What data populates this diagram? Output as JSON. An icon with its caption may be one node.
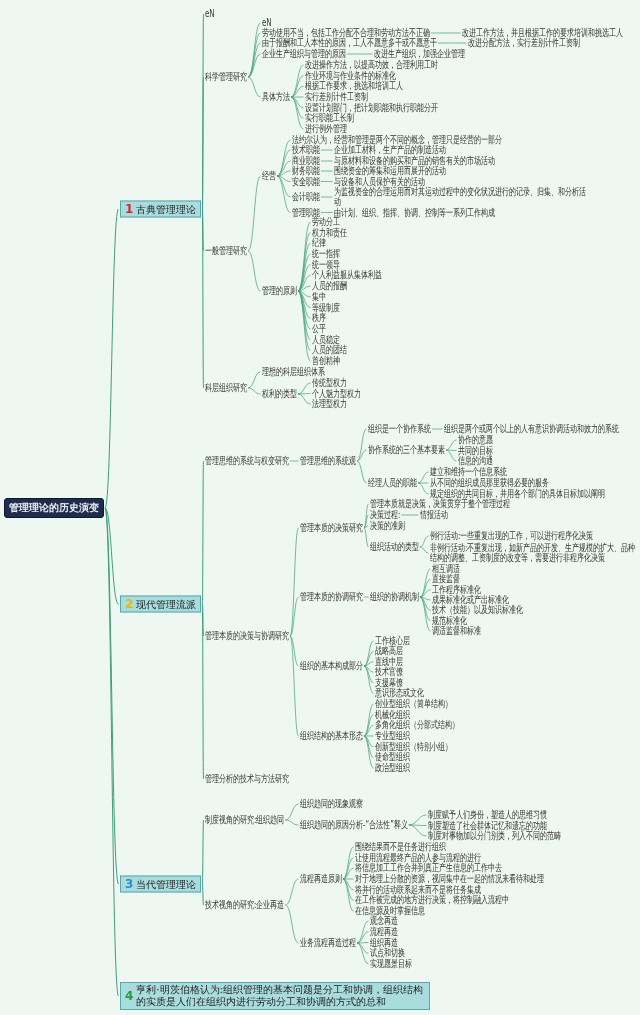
{
  "diagram": {
    "nodes": [
      {
        "text": [
          "管理理论的历史演变"
        ]
      },
      {
        "text": [
          "1",
          "古典管理理论"
        ]
      },
      {
        "text": [
          "eN"
        ]
      },
      {
        "text": [
          "科学管理研究"
        ]
      },
      {
        "text": [
          "eN"
        ]
      },
      {
        "text": [
          "劳动使用不当，包括工作分配不合理和劳动方法不正确"
        ]
      },
      {
        "text": [
          "改进工作方法，并且根据工作的要求培训和挑选工人"
        ]
      },
      {
        "text": [
          "由于报酬和工人本性的原因，工人不愿意多干或不愿意干"
        ]
      },
      {
        "text": [
          "改进分配方法，实行差别计件工资制"
        ]
      },
      {
        "text": [
          "企业生产组织与管理的原因"
        ]
      },
      {
        "text": [
          "改进生产组织，加强企业管理"
        ]
      },
      {
        "text": [
          "具体方法"
        ]
      },
      {
        "text": [
          "改进操作方法，以提高功效，合理利用工时"
        ]
      },
      {
        "text": [
          "作业环境与作业条件的标准化"
        ]
      },
      {
        "text": [
          "根据工作要求，挑选和培训工人"
        ]
      },
      {
        "text": [
          "实行差别计件工资制"
        ]
      },
      {
        "text": [
          "设置计划部门，把计划职能和执行职能分开"
        ]
      },
      {
        "text": [
          "实行职能工长制"
        ]
      },
      {
        "text": [
          "进行例外管理"
        ]
      },
      {
        "text": [
          "一般管理研究"
        ]
      },
      {
        "text": [
          "经营"
        ]
      },
      {
        "text": [
          "法约尔认为，经营和管理是两个不同的概念，管理只是经营的一部分"
        ]
      },
      {
        "text": [
          "技术职能"
        ]
      },
      {
        "text": [
          "企业加工材料，生产产品的制造活动"
        ]
      },
      {
        "text": [
          "商业职能"
        ]
      },
      {
        "text": [
          "与原材料和设备的购买和产品的销售有关的市场活动"
        ]
      },
      {
        "text": [
          "财务职能"
        ]
      },
      {
        "text": [
          "围绕资金的筹集和运用而展开的活动"
        ]
      },
      {
        "text": [
          "安全职能"
        ]
      },
      {
        "text": [
          "与设备和人员保护有关的活动"
        ]
      },
      {
        "text": [
          "会计职能"
        ]
      },
      {
        "text": [
          "为监视资金的合理运用而对其运动过程中的变化状况进行的记录、归集、和分析活动"
        ]
      },
      {
        "text": [
          "管理职能"
        ]
      },
      {
        "text": [
          "由计划、组织、指挥、协调、控制等一系列工作构成"
        ]
      },
      {
        "text": [
          "管理的原则"
        ]
      },
      {
        "text": [
          "劳动分工"
        ]
      },
      {
        "text": [
          "权力和责任"
        ]
      },
      {
        "text": [
          "纪律"
        ]
      },
      {
        "text": [
          "统一指挥"
        ]
      },
      {
        "text": [
          "统一领导"
        ]
      },
      {
        "text": [
          "个人利益服从集体利益"
        ]
      },
      {
        "text": [
          "人员的报酬"
        ]
      },
      {
        "text": [
          "集中"
        ]
      },
      {
        "text": [
          "等级制度"
        ]
      },
      {
        "text": [
          "秩序"
        ]
      },
      {
        "text": [
          "公平"
        ]
      },
      {
        "text": [
          "人员稳定"
        ]
      },
      {
        "text": [
          "人员的团结"
        ]
      },
      {
        "text": [
          "首创精神"
        ]
      },
      {
        "text": [
          "科层组织研究"
        ]
      },
      {
        "text": [
          "理想的科层组织体系"
        ]
      },
      {
        "text": [
          "权利的类型"
        ]
      },
      {
        "text": [
          "传统型权力"
        ]
      },
      {
        "text": [
          "个人魅力型权力"
        ]
      },
      {
        "text": [
          "法理型权力"
        ]
      },
      {
        "text": [
          "2",
          "现代管理流派"
        ]
      },
      {
        "text": [
          "管理思维的系统与权变研究"
        ]
      },
      {
        "text": [
          "管理思维的系统观"
        ]
      },
      {
        "text": [
          "组织是一个协作系统"
        ]
      },
      {
        "text": [
          "组织是两个或两个以上的人有意识协调活动和效力的系统"
        ]
      },
      {
        "text": [
          "协作系统的三个基本要素"
        ]
      },
      {
        "text": [
          "协作的意愿"
        ]
      },
      {
        "text": [
          "共同的目标"
        ]
      },
      {
        "text": [
          "信息的沟通"
        ]
      },
      {
        "text": [
          "经理人员的职能"
        ]
      },
      {
        "text": [
          "建立和维持一个信息系统"
        ]
      },
      {
        "text": [
          "从不同的组织成员那里获得必要的服务"
        ]
      },
      {
        "text": [
          "规定组织的共同目标，并用各个部门的具体目标加以阐明"
        ]
      },
      {
        "text": [
          "管理本质的决策与协调研究"
        ]
      },
      {
        "text": [
          "管理本质的决策研究"
        ]
      },
      {
        "text": [
          "管理本质就是决策，决策贯穿于整个管理过程"
        ]
      },
      {
        "text": [
          "决策过程:"
        ]
      },
      {
        "text": [
          "情报活动"
        ]
      },
      {
        "text": [
          "决策的准则"
        ]
      },
      {
        "text": [
          "组织活动的类型"
        ]
      },
      {
        "text": [
          "例行活动:一些重复出现的工作，可以进行程序化决策"
        ]
      },
      {
        "text": [
          "非例行活动:不重复出现，如新产品的开发、生产规模的扩大、品种结构的调整、工资制度的改变等，需要进行非程序化决策"
        ]
      },
      {
        "text": [
          "管理本质的协调研究"
        ]
      },
      {
        "text": [
          "组织的协调机制"
        ]
      },
      {
        "text": [
          "相互调适"
        ]
      },
      {
        "text": [
          "直接监督"
        ]
      },
      {
        "text": [
          "工作程序标准化"
        ]
      },
      {
        "text": [
          "成果标准化或产出标准化"
        ]
      },
      {
        "text": [
          "技术（技能）以及知识标准化"
        ]
      },
      {
        "text": [
          "规范标准化"
        ]
      },
      {
        "text": [
          "调适监督和标准"
        ]
      },
      {
        "text": [
          "组织的基本构成部分"
        ]
      },
      {
        "text": [
          "工作核心层"
        ]
      },
      {
        "text": [
          "战略高层"
        ]
      },
      {
        "text": [
          "直线中层"
        ]
      },
      {
        "text": [
          "技术官僚"
        ]
      },
      {
        "text": [
          "支援幕僚"
        ]
      },
      {
        "text": [
          "意识形态或文化"
        ]
      },
      {
        "text": [
          "组织结构的基本形态"
        ]
      },
      {
        "text": [
          "创业型组织（简单结构）"
        ]
      },
      {
        "text": [
          "机械化组织"
        ]
      },
      {
        "text": [
          "多角化组织（分部式结构）"
        ]
      },
      {
        "text": [
          "专业型组织"
        ]
      },
      {
        "text": [
          "创新型组织（特别小组）"
        ]
      },
      {
        "text": [
          "使命型组织"
        ]
      },
      {
        "text": [
          "政治型组织"
        ]
      },
      {
        "text": [
          "管理分析的技术与方法研究"
        ]
      },
      {
        "text": [
          "3",
          "当代管理理论"
        ]
      },
      {
        "text": [
          "制度视角的研究:组织趋同"
        ]
      },
      {
        "text": [
          "组织趋同的现象观察"
        ]
      },
      {
        "text": [
          "组织趋同的原因分析-“合法性”释义"
        ]
      },
      {
        "text": [
          "制度赋予人们身份，塑造人的思维习惯"
        ]
      },
      {
        "text": [
          "制度塑造了社会群体记忆和遗忘的功能"
        ]
      },
      {
        "text": [
          "制度对事物加以分门别类，列入不同的范畴"
        ]
      },
      {
        "text": [
          "技术视角的研究:企业再造"
        ]
      },
      {
        "text": [
          "流程再造原则"
        ]
      },
      {
        "text": [
          "围绕结果而不是任务进行组织"
        ]
      },
      {
        "text": [
          "让使用流程最终产品的人参与流程的进行"
        ]
      },
      {
        "text": [
          "将信息加工工作合并到真正产生信息的工作中去"
        ]
      },
      {
        "text": [
          "对于地理上分散的资源，视同集中在一起的情况来看待和处理"
        ]
      },
      {
        "text": [
          "将并行的活动联系起来而不是将任务集成"
        ]
      },
      {
        "text": [
          "在工作被完成的地方进行决策，将控制融入流程中"
        ]
      },
      {
        "text": [
          "在信息源及时掌握信息"
        ]
      },
      {
        "text": [
          "业务流程再造过程"
        ]
      },
      {
        "text": [
          "观念再造"
        ]
      },
      {
        "text": [
          "流程再造"
        ]
      },
      {
        "text": [
          "组织再造"
        ]
      },
      {
        "text": [
          "试点和切换"
        ]
      },
      {
        "text": [
          "实现愿景目标"
        ]
      },
      {
        "text": [
          "4",
          "亨利·明茨伯格认为:组织管理的基本问题是分工和协调，组织结构的实质是人们在组织内进行劳动分工和协调的方式的总和"
        ]
      }
    ],
    "edges": [
      {
        "from": 0,
        "to": 1,
        "arrow": "none"
      },
      {
        "from": 0,
        "to": 55,
        "arrow": "none"
      },
      {
        "from": 0,
        "to": 102,
        "arrow": "none"
      },
      {
        "from": 0,
        "to": 124,
        "arrow": "none"
      },
      {
        "from": 1,
        "to": 2,
        "arrow": "none"
      },
      {
        "from": 1,
        "to": 3,
        "arrow": "none"
      },
      {
        "from": 1,
        "to": 19,
        "arrow": "none"
      },
      {
        "from": 1,
        "to": 49,
        "arrow": "none"
      },
      {
        "from": 3,
        "to": 4,
        "arrow": "none"
      },
      {
        "from": 3,
        "to": 5,
        "arrow": "none"
      },
      {
        "from": 3,
        "to": 7,
        "arrow": "none"
      },
      {
        "from": 3,
        "to": 9,
        "arrow": "none"
      },
      {
        "from": 3,
        "to": 11,
        "arrow": "none"
      },
      {
        "from": 5,
        "to": 6,
        "arrow": "none"
      },
      {
        "from": 7,
        "to": 8,
        "arrow": "none"
      },
      {
        "from": 9,
        "to": 10,
        "arrow": "none"
      },
      {
        "from": 11,
        "to": 12,
        "arrow": "none"
      },
      {
        "from": 11,
        "to": 13,
        "arrow": "none"
      },
      {
        "from": 11,
        "to": 14,
        "arrow": "none"
      },
      {
        "from": 11,
        "to": 15,
        "arrow": "none"
      },
      {
        "from": 11,
        "to": 16,
        "arrow": "none"
      },
      {
        "from": 11,
        "to": 17,
        "arrow": "none"
      },
      {
        "from": 11,
        "to": 18,
        "arrow": "none"
      },
      {
        "from": 19,
        "to": 20,
        "arrow": "none"
      },
      {
        "from": 19,
        "to": 34,
        "arrow": "none"
      },
      {
        "from": 20,
        "to": 21,
        "arrow": "none"
      },
      {
        "from": 20,
        "to": 22,
        "arrow": "none"
      },
      {
        "from": 20,
        "to": 24,
        "arrow": "none"
      },
      {
        "from": 20,
        "to": 26,
        "arrow": "none"
      },
      {
        "from": 20,
        "to": 28,
        "arrow": "none"
      },
      {
        "from": 20,
        "to": 30,
        "arrow": "none"
      },
      {
        "from": 20,
        "to": 32,
        "arrow": "none"
      },
      {
        "from": 22,
        "to": 23,
        "arrow": "none"
      },
      {
        "from": 24,
        "to": 25,
        "arrow": "none"
      },
      {
        "from": 26,
        "to": 27,
        "arrow": "none"
      },
      {
        "from": 28,
        "to": 29,
        "arrow": "none"
      },
      {
        "from": 30,
        "to": 31,
        "arrow": "none"
      },
      {
        "from": 32,
        "to": 33,
        "arrow": "none"
      },
      {
        "from": 34,
        "to": 35,
        "arrow": "none"
      },
      {
        "from": 34,
        "to": 36,
        "arrow": "none"
      },
      {
        "from": 34,
        "to": 37,
        "arrow": "none"
      },
      {
        "from": 34,
        "to": 38,
        "arrow": "none"
      },
      {
        "from": 34,
        "to": 39,
        "arrow": "none"
      },
      {
        "from": 34,
        "to": 40,
        "arrow": "none"
      },
      {
        "from": 34,
        "to": 41,
        "arrow": "none"
      },
      {
        "from": 34,
        "to": 42,
        "arrow": "none"
      },
      {
        "from": 34,
        "to": 43,
        "arrow": "none"
      },
      {
        "from": 34,
        "to": 44,
        "arrow": "none"
      },
      {
        "from": 34,
        "to": 45,
        "arrow": "none"
      },
      {
        "from": 34,
        "to": 46,
        "arrow": "none"
      },
      {
        "from": 34,
        "to": 47,
        "arrow": "none"
      },
      {
        "from": 34,
        "to": 48,
        "arrow": "none"
      },
      {
        "from": 49,
        "to": 50,
        "arrow": "none"
      },
      {
        "from": 49,
        "to": 51,
        "arrow": "none"
      },
      {
        "from": 51,
        "to": 52,
        "arrow": "none"
      },
      {
        "from": 51,
        "to": 53,
        "arrow": "none"
      },
      {
        "from": 51,
        "to": 54,
        "arrow": "none"
      },
      {
        "from": 55,
        "to": 56,
        "arrow": "none"
      },
      {
        "from": 55,
        "to": 68,
        "arrow": "none"
      },
      {
        "from": 55,
        "to": 101,
        "arrow": "none"
      },
      {
        "from": 56,
        "to": 57,
        "arrow": "none"
      },
      {
        "from": 57,
        "to": 58,
        "arrow": "none"
      },
      {
        "from": 57,
        "to": 60,
        "arrow": "none"
      },
      {
        "from": 57,
        "to": 64,
        "arrow": "none"
      },
      {
        "from": 58,
        "to": 59,
        "arrow": "none"
      },
      {
        "from": 60,
        "to": 61,
        "arrow": "none"
      },
      {
        "from": 60,
        "to": 62,
        "arrow": "none"
      },
      {
        "from": 60,
        "to": 63,
        "arrow": "none"
      },
      {
        "from": 64,
        "to": 65,
        "arrow": "none"
      },
      {
        "from": 64,
        "to": 66,
        "arrow": "none"
      },
      {
        "from": 64,
        "to": 67,
        "arrow": "none"
      },
      {
        "from": 68,
        "to": 69,
        "arrow": "none"
      },
      {
        "from": 68,
        "to": 77,
        "arrow": "none"
      },
      {
        "from": 68,
        "to": 86,
        "arrow": "none"
      },
      {
        "from": 68,
        "to": 93,
        "arrow": "none"
      },
      {
        "from": 69,
        "to": 70,
        "arrow": "none"
      },
      {
        "from": 69,
        "to": 71,
        "arrow": "none"
      },
      {
        "from": 69,
        "to": 73,
        "arrow": "none"
      },
      {
        "from": 69,
        "to": 74,
        "arrow": "none"
      },
      {
        "from": 71,
        "to": 72,
        "arrow": "none"
      },
      {
        "from": 74,
        "to": 75,
        "arrow": "none"
      },
      {
        "from": 74,
        "to": 76,
        "arrow": "none"
      },
      {
        "from": 77,
        "to": 78,
        "arrow": "none"
      },
      {
        "from": 78,
        "to": 79,
        "arrow": "none"
      },
      {
        "from": 78,
        "to": 80,
        "arrow": "none"
      },
      {
        "from": 78,
        "to": 81,
        "arrow": "none"
      },
      {
        "from": 78,
        "to": 82,
        "arrow": "none"
      },
      {
        "from": 78,
        "to": 83,
        "arrow": "none"
      },
      {
        "from": 78,
        "to": 84,
        "arrow": "none"
      },
      {
        "from": 78,
        "to": 85,
        "arrow": "none"
      },
      {
        "from": 86,
        "to": 87,
        "arrow": "none"
      },
      {
        "from": 86,
        "to": 88,
        "arrow": "none"
      },
      {
        "from": 86,
        "to": 89,
        "arrow": "none"
      },
      {
        "from": 86,
        "to": 90,
        "arrow": "none"
      },
      {
        "from": 86,
        "to": 91,
        "arrow": "none"
      },
      {
        "from": 86,
        "to": 92,
        "arrow": "none"
      },
      {
        "from": 93,
        "to": 94,
        "arrow": "none"
      },
      {
        "from": 93,
        "to": 95,
        "arrow": "none"
      },
      {
        "from": 93,
        "to": 96,
        "arrow": "none"
      },
      {
        "from": 93,
        "to": 97,
        "arrow": "none"
      },
      {
        "from": 93,
        "to": 98,
        "arrow": "none"
      },
      {
        "from": 93,
        "to": 99,
        "arrow": "none"
      },
      {
        "from": 93,
        "to": 100,
        "arrow": "none"
      },
      {
        "from": 102,
        "to": 103,
        "arrow": "none"
      },
      {
        "from": 102,
        "to": 109,
        "arrow": "none"
      },
      {
        "from": 103,
        "to": 104,
        "arrow": "none"
      },
      {
        "from": 103,
        "to": 105,
        "arrow": "none"
      },
      {
        "from": 105,
        "to": 106,
        "arrow": "none"
      },
      {
        "from": 105,
        "to": 107,
        "arrow": "none"
      },
      {
        "from": 105,
        "to": 108,
        "arrow": "none"
      },
      {
        "from": 109,
        "to": 110,
        "arrow": "none"
      },
      {
        "from": 109,
        "to": 118,
        "arrow": "none"
      },
      {
        "from": 110,
        "to": 111,
        "arrow": "none"
      },
      {
        "from": 110,
        "to": 112,
        "arrow": "none"
      },
      {
        "from": 110,
        "to": 113,
        "arrow": "none"
      },
      {
        "from": 110,
        "to": 114,
        "arrow": "none"
      },
      {
        "from": 110,
        "to": 115,
        "arrow": "none"
      },
      {
        "from": 110,
        "to": 116,
        "arrow": "none"
      },
      {
        "from": 110,
        "to": 117,
        "arrow": "none"
      },
      {
        "from": 118,
        "to": 119,
        "arrow": "none"
      },
      {
        "from": 118,
        "to": 120,
        "arrow": "none"
      },
      {
        "from": 118,
        "to": 121,
        "arrow": "none"
      },
      {
        "from": 118,
        "to": 122,
        "arrow": "none"
      },
      {
        "from": 118,
        "to": 123,
        "arrow": "none"
      }
    ]
  }
}
